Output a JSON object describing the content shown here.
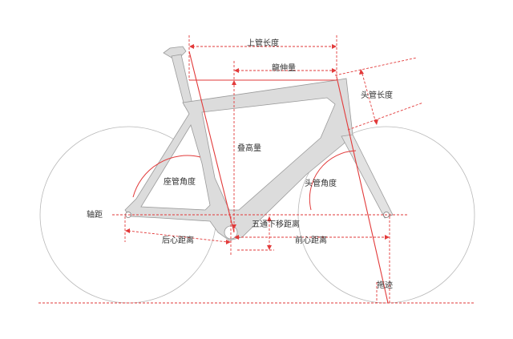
{
  "labels": {
    "top_tube_length": "上管长度",
    "reach": "龍伸量",
    "head_tube_length": "头管长度",
    "stack": "叠高量",
    "seat_tube_angle": "座管角度",
    "head_tube_angle": "头管角度",
    "wheelbase": "轴距",
    "bb_drop": "五通下移距离",
    "chainstay_length": "后心距离",
    "front_center": "前心距离",
    "trail": "拖迹"
  },
  "colors": {
    "accent": "#e23a3a",
    "frame": "#dcdcdc",
    "wheel": "#b8b8b8"
  }
}
